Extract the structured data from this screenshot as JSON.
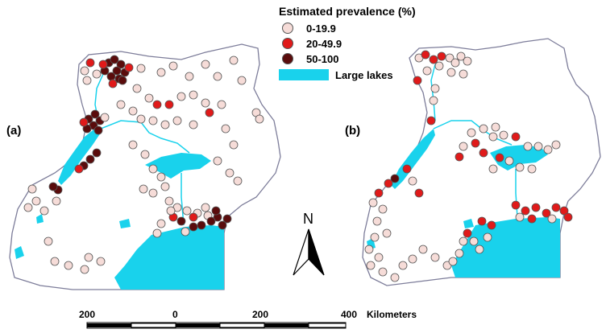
{
  "legend": {
    "title": "Estimated prevalence (%)",
    "items": [
      {
        "label": "0-19.9",
        "color": "#f6dcd8"
      },
      {
        "label": "20-49.9",
        "color": "#e01a1a"
      },
      {
        "label": "50-100",
        "color": "#5a0c0c"
      },
      {
        "label": "Large lakes",
        "color": "#19d2ec"
      }
    ]
  },
  "panels": {
    "a": "(a)",
    "b": "(b)"
  },
  "north_label": "N",
  "scale": {
    "ticks": [
      "200",
      "0",
      "200",
      "400"
    ],
    "unit": "Kilometers"
  },
  "colors": {
    "lake": "#19d2ec",
    "outline": "#7d7d9a",
    "low": "#f6dcd8",
    "mid": "#e01a1a",
    "high": "#5a0c0c"
  }
}
